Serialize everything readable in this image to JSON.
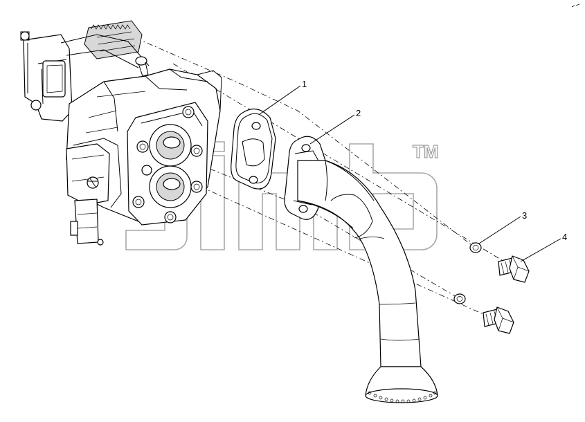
{
  "callouts": [
    {
      "id": "1",
      "part": "gasket"
    },
    {
      "id": "2",
      "part": "suction-pipe"
    },
    {
      "id": "3",
      "part": "washer"
    },
    {
      "id": "4",
      "part": "bolt"
    }
  ],
  "watermark": {
    "trademark": "TM"
  },
  "colors": {
    "line": "#000000",
    "watermark": "#a8a8a8",
    "background": "#ffffff"
  }
}
